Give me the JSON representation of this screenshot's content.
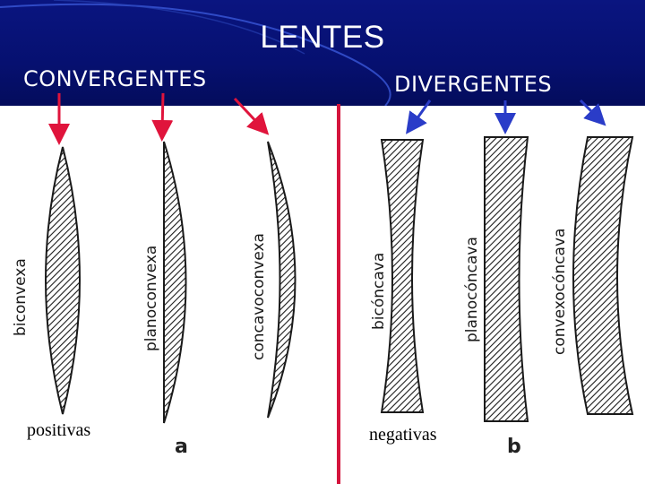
{
  "title": "LENTES",
  "groups": {
    "converging": {
      "label": "CONVERGENTES",
      "caption": "positivas",
      "letter": "a",
      "lenses": [
        "biconvexa",
        "planoconvexa",
        "concavoconvexa"
      ]
    },
    "diverging": {
      "label": "DIVERGENTES",
      "caption": "negativas",
      "letter": "b",
      "lenses": [
        "bicóncava",
        "planocóncava",
        "convexocóncava"
      ]
    }
  },
  "colors": {
    "header_blue": "#061070",
    "divider_red": "#d4143c",
    "arrow_red": "#e0143c",
    "arrow_blue": "#2a3cc8",
    "hatch": "#1a1a1a"
  }
}
